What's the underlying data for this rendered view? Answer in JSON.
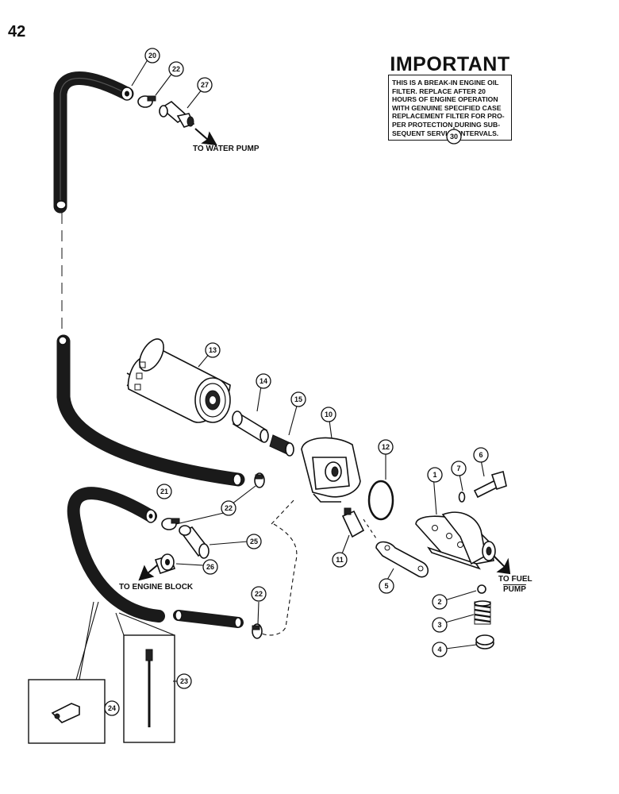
{
  "page": {
    "number": "42"
  },
  "notice": {
    "heading": "IMPORTANT",
    "lines": [
      "THIS IS A BREAK-IN ENGINE OIL",
      "FILTER. REPLACE AFTER 20",
      "HOURS OF ENGINE OPERATION",
      "WITH GENUINE SPECIFIED CASE",
      "REPLACEMENT FILTER FOR PRO-",
      "PER PROTECTION DURING SUB-",
      "SEQUENT SERVICE INTERVALS."
    ],
    "callout": "30"
  },
  "destinations": {
    "water_pump": "TO WATER PUMP",
    "engine_block": "TO ENGINE BLOCK",
    "fuel_pump_1": "TO FUEL",
    "fuel_pump_2": "PUMP"
  },
  "callouts": [
    {
      "id": "c20",
      "label": "20"
    },
    {
      "id": "c22a",
      "label": "22"
    },
    {
      "id": "c27",
      "label": "27"
    },
    {
      "id": "c13",
      "label": "13"
    },
    {
      "id": "c14",
      "label": "14"
    },
    {
      "id": "c15",
      "label": "15"
    },
    {
      "id": "c10",
      "label": "10"
    },
    {
      "id": "c12",
      "label": "12"
    },
    {
      "id": "c1",
      "label": "1"
    },
    {
      "id": "c7",
      "label": "7"
    },
    {
      "id": "c6",
      "label": "6"
    },
    {
      "id": "c21",
      "label": "21"
    },
    {
      "id": "c22b",
      "label": "22"
    },
    {
      "id": "c25",
      "label": "25"
    },
    {
      "id": "c26",
      "label": "26"
    },
    {
      "id": "c11",
      "label": "11"
    },
    {
      "id": "c5",
      "label": "5"
    },
    {
      "id": "c2",
      "label": "2"
    },
    {
      "id": "c3",
      "label": "3"
    },
    {
      "id": "c4",
      "label": "4"
    },
    {
      "id": "c22c",
      "label": "22"
    },
    {
      "id": "c23",
      "label": "23"
    },
    {
      "id": "c24",
      "label": "24"
    }
  ]
}
